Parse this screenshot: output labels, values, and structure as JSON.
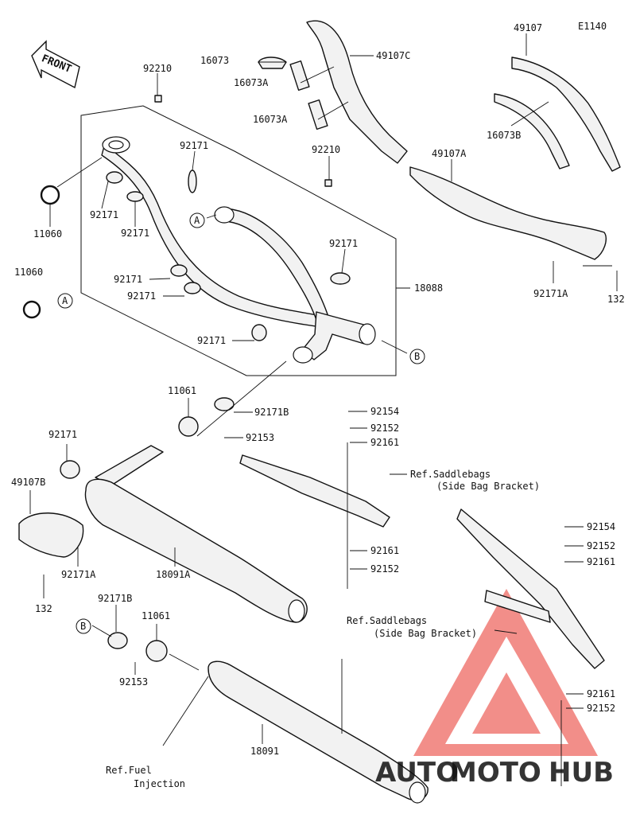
{
  "figure_code": "E1140",
  "front_label": "FRONT",
  "parts": {
    "p92210a": "92210",
    "p92210b": "92210",
    "p11060a": "11060",
    "p11060b": "11060",
    "p92171_1": "92171",
    "p92171_2": "92171",
    "p92171_3": "92171",
    "p92171_4": "92171",
    "p92171_5": "92171",
    "p92171_6": "92171",
    "p92171_7": "92171",
    "p92171_8": "92171",
    "p16073": "16073",
    "p16073A_1": "16073A",
    "p16073A_2": "16073A",
    "p49107C": "49107C",
    "p49107": "49107",
    "p16073B": "16073B",
    "p49107A": "49107A",
    "p92171A_1": "92171A",
    "p132_1": "132",
    "p18088": "18088",
    "p11061a": "11061",
    "p92171B_1": "92171B",
    "p92153a": "92153",
    "p92154a": "92154",
    "p92152a": "92152",
    "p92161a": "92161",
    "p92161b": "92161",
    "p92152b": "92152",
    "p49107B": "49107B",
    "p92171A_2": "92171A",
    "p132_2": "132",
    "p18091A": "18091A",
    "p92171B_2": "92171B",
    "p11061b": "11061",
    "p92153b": "92153",
    "p18091": "18091",
    "p92154b": "92154",
    "p92152c": "92152",
    "p92161c": "92161",
    "p92161d": "92161",
    "p92152d": "92152"
  },
  "callouts": {
    "a": "A",
    "b": "B"
  },
  "references": {
    "saddlebags_1_line1": "Ref.Saddlebags",
    "saddlebags_1_line2": "(Side Bag Bracket)",
    "saddlebags_2_line1": "Ref.Saddlebags",
    "saddlebags_2_line2": "(Side Bag Bracket)",
    "fuel_line1": "Ref.Fuel",
    "fuel_line2": "Injection"
  },
  "watermark": {
    "text_auto": "AUTO",
    "text_moto": "MOTO",
    "text_hub": "HUB",
    "color_red": "#e8332a",
    "color_orange": "#f2a22c",
    "color_gray": "#9a9a9a"
  }
}
